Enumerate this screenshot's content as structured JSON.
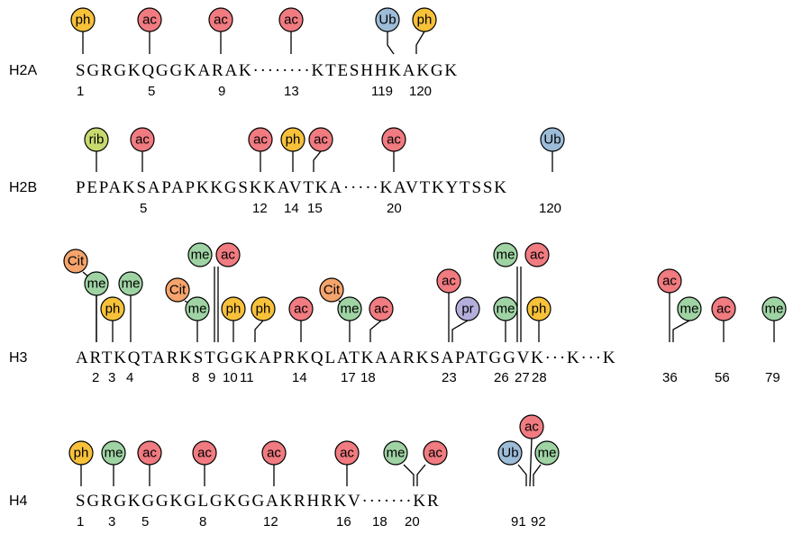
{
  "colors": {
    "ac": "#f07b80",
    "ph": "#f7c13a",
    "me": "#9fd3a4",
    "Ub": "#9dbcd8",
    "rib": "#c8da6e",
    "Cit": "#f4a46c",
    "pr": "#b3aedb"
  },
  "rows": [
    {
      "label": "H2A",
      "sequence": "SGRGKQGGKARAK········KTESHHKAKGK",
      "numbers": [
        "1",
        "5",
        "9",
        "13",
        "119",
        "120"
      ],
      "marks": [
        "ph",
        "ac",
        "ac",
        "ac",
        "Ub",
        "ph"
      ]
    },
    {
      "label": "H2B",
      "sequence": "PEPAKSAPAPKKGSKKAVTKA·····KAVTKYTSSK",
      "numbers": [
        "5",
        "12",
        "14",
        "15",
        "20",
        "120"
      ],
      "marks": [
        "rib",
        "ac",
        "ac",
        "ph",
        "ac",
        "ac",
        "Ub"
      ]
    },
    {
      "label": "H3",
      "sequence": "ARTKQTARKSTGGKAPRKQLATKAARKSAPATGGVK···K···K",
      "numbers": [
        "2",
        "3",
        "4",
        "8",
        "9",
        "10",
        "11",
        "14",
        "17",
        "18",
        "23",
        "26",
        "27",
        "28",
        "36",
        "56",
        "79"
      ],
      "marks": [
        "Cit",
        "me",
        "ph",
        "me",
        "me",
        "ac",
        "Cit",
        "me",
        "ph",
        "ph",
        "ac",
        "Cit",
        "me",
        "ac",
        "ac",
        "pr",
        "me",
        "me",
        "ac",
        "ph",
        "ac",
        "me",
        "ac",
        "me"
      ]
    },
    {
      "label": "H4",
      "sequence": "SGRGKGGKGLGKGGAKRHRKV·······KR",
      "numbers": [
        "1",
        "3",
        "5",
        "8",
        "12",
        "16",
        "18",
        "20",
        "91",
        "92"
      ],
      "marks": [
        "ph",
        "me",
        "ac",
        "ac",
        "ac",
        "ac",
        "me",
        "ac",
        "ac",
        "Ub",
        "me"
      ]
    }
  ]
}
